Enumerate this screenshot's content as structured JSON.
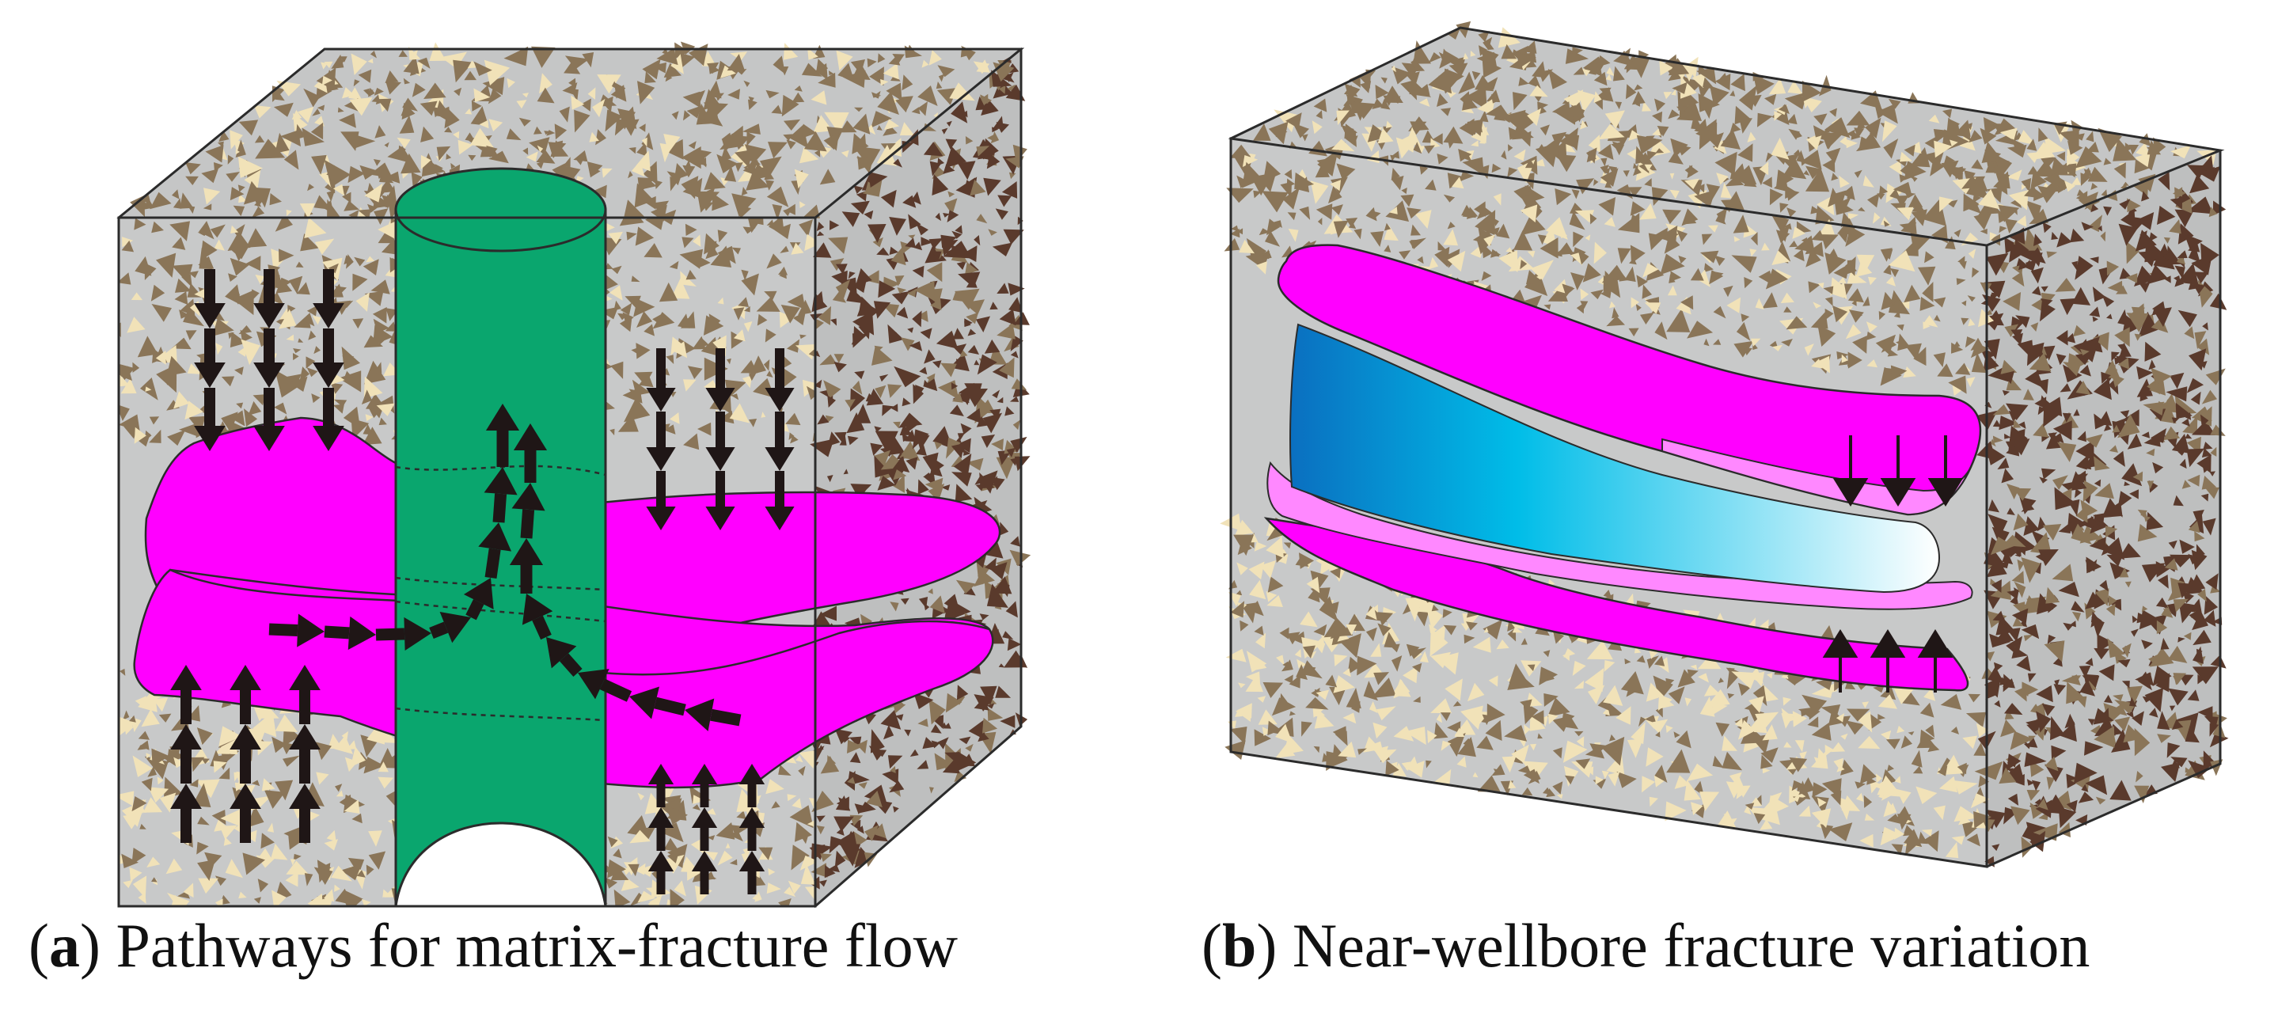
{
  "colors": {
    "rock_face": "#c8c9c9",
    "rock_top": "#c5c6c6",
    "rock_side": "#bebfbf",
    "outline": "#2b2b2b",
    "grain_brown": "#8a7558",
    "grain_dark": "#5a3a2c",
    "grain_cream": "#f1e2b8",
    "fracture_magenta": "#ff00ff",
    "fracture_light": "#ff88ff",
    "wellbore_green": "#0aa66e",
    "flow_arrow": "#1f1616",
    "gradient_blue_start": "#0a6fc0",
    "gradient_blue_mid": "#00bde8",
    "gradient_blue_end": "#ffffff"
  },
  "panel_a": {
    "label": "a",
    "caption": "Pathways for matrix-fracture flow"
  },
  "panel_b": {
    "label": "b",
    "caption": "Near-wellbore fracture variation"
  }
}
